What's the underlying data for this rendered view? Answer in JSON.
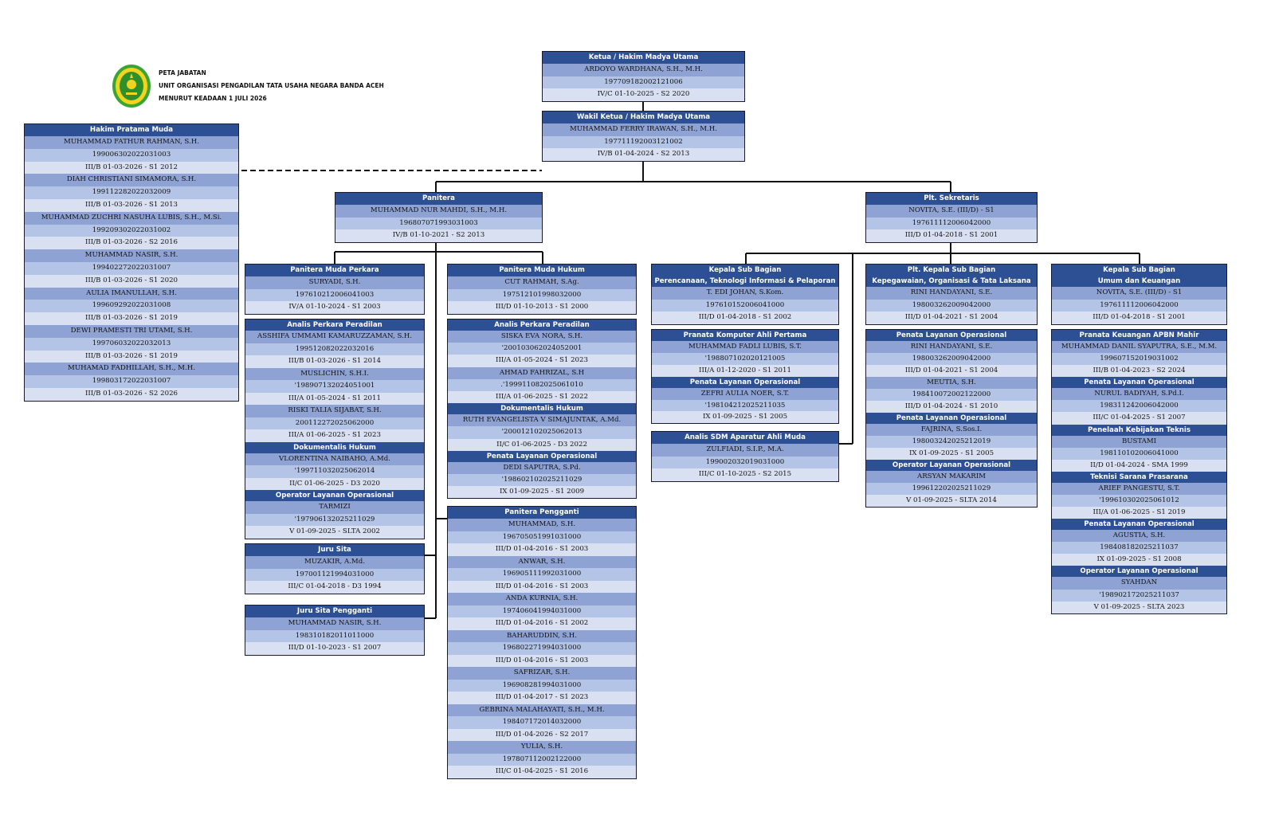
{
  "header": {
    "line1": "PETA JABATAN",
    "line2": "UNIT ORGANISASI PENGADILAN TATA USAHA NEGARA BANDA ACEH",
    "line3": "MENURUT KEADAAN 1 JULI 2026",
    "logo_icon": "court-emblem-icon"
  },
  "colors": {
    "title_bg": "#2d4f94",
    "row_name": "#8ea3d4",
    "row_nip": "#b4c4e6",
    "row_grade": "#d9e0f2",
    "line": "#111111"
  },
  "boxes": [
    {
      "id": "ketua",
      "title": [
        "Ketua / Hakim Madya Utama"
      ],
      "people": [
        [
          "ARDOYO WARDHANA, S.H., M.H.",
          "197709182002121006",
          "IV/C 01-10-2025 - S2 2020"
        ]
      ]
    },
    {
      "id": "wakil",
      "title": [
        "Wakil Ketua / Hakim Madya Utama"
      ],
      "people": [
        [
          "MUHAMMAD FERRY IRAWAN, S.H., M.H.",
          "197711192003121002",
          "IV/B 01-04-2024 - S2 2013"
        ]
      ]
    },
    {
      "id": "hakim",
      "title": [
        "Hakim Pratama Muda"
      ],
      "people": [
        [
          "MUHAMMAD FATHUR RAHMAN, S.H.",
          "199006302022031003",
          "III/B 01-03-2026 - S1 2012"
        ],
        [
          "DIAH CHRISTIANI SIMAMORA, S.H.",
          "199112282022032009",
          "III/B 01-03-2026 - S1 2013"
        ],
        [
          "MUHAMMAD ZUCHRI NASUHA LUBIS, S.H., M.Si.",
          "199209302022031002",
          "III/B 01-03-2026 - S2 2016"
        ],
        [
          "MUHAMMAD NASIR, S.H.",
          "199402272022031007",
          "III/B 01-03-2026 - S1 2020"
        ],
        [
          "AULIA IMANULLAH, S.H.",
          "199609292022031008",
          "III/B 01-03-2026 - S1 2019"
        ],
        [
          "DEWI PRAMESTI TRI UTAMI, S.H.",
          "199706032022032013",
          "III/B 01-03-2026 - S1 2019"
        ],
        [
          "MUHAMAD FADHILLAH, S.H., M.H.",
          "199803172022031007",
          "III/B 01-03-2026 - S2 2026"
        ]
      ]
    },
    {
      "id": "panitera",
      "title": [
        "Panitera"
      ],
      "people": [
        [
          "MUHAMMAD NUR MAHDI, S.H., M.H.",
          "196807071993031003",
          "IV/B 01-10-2021 - S2 2013"
        ]
      ]
    },
    {
      "id": "sekretaris",
      "title": [
        "Plt. Sekretaris"
      ],
      "people": [
        [
          "NOVITA, S.E. (III/D) - S1",
          "197611112006042000",
          "III/D 01-04-2018 - S1 2001"
        ]
      ]
    },
    {
      "id": "pm_perkara",
      "title": [
        "Panitera Muda Perkara"
      ],
      "people": [
        [
          "SURYADI, S.H.",
          "197610212006041003",
          "IV/A 01-10-2024 - S1 2003"
        ]
      ]
    },
    {
      "id": "pm_hukum",
      "title": [
        "Panitera Muda Hukum"
      ],
      "people": [
        [
          "CUT RAHMAH, S.Ag.",
          "197512101998032000",
          "III/D 01-10-2013 - S1 2000"
        ]
      ]
    },
    {
      "id": "kasub_ptip",
      "title": [
        "Kepala Sub Bagian",
        "Perencanaan, Teknologi Informasi & Pelaporan"
      ],
      "people": [
        [
          "T. EDI JOHAN, S.Kom.",
          "197610152006041000",
          "III/D 01-04-2018 - S1 2002"
        ]
      ]
    },
    {
      "id": "kasub_kepeg",
      "title": [
        "Plt. Kepala Sub Bagian",
        "Kepegawaian, Organisasi & Tata Laksana"
      ],
      "people": [
        [
          "RINI HANDAYANI, S.E.",
          "198003262009042000",
          "III/D 01-04-2021 - S1 2004"
        ]
      ]
    },
    {
      "id": "kasub_umum",
      "title": [
        "Kepala Sub Bagian",
        "Umum dan Keuangan"
      ],
      "people": [
        [
          "NOVITA, S.E. (III/D) - S1",
          "197611112006042000",
          "III/D 01-04-2018 - S1 2001"
        ]
      ]
    },
    {
      "id": "perkara_staff",
      "sections": [
        {
          "title": "Analis Perkara Peradilan",
          "people": [
            [
              "ASSHIFA UMMAMI KAMARUZZAMAN, S.H.",
              "199512082022032016",
              "III/B 01-03-2026 - S1 2014"
            ],
            [
              "MUSLICHIN, S.H.I.",
              "'198907132024051001",
              "III/A 01-05-2024 - S1 2011"
            ],
            [
              "RISKI TALIA SIJABAT, S.H.",
              "200112272025062000",
              "III/A 01-06-2025 - S1 2023"
            ]
          ]
        },
        {
          "title": "Dokumentalis Hukum",
          "people": [
            [
              "VLORENTINA NAIBAHO, A.Md.",
              "'199711032025062014",
              "II/C 01-06-2025 - D3 2020"
            ]
          ]
        },
        {
          "title": "Operator Layanan Operasional",
          "people": [
            [
              "TARMIZI",
              "'197906132025211029",
              "V 01-09-2025 - SLTA 2002"
            ]
          ]
        }
      ]
    },
    {
      "id": "hukum_staff",
      "sections": [
        {
          "title": "Analis Perkara Peradilan",
          "people": [
            [
              "SISKA EVA NORA, S.H.",
              "'200103062024052001",
              "III/A 01-05-2024 - S1 2023"
            ],
            [
              "AHMAD FAHRIZAL, S.H",
              ".'199911082025061010",
              "III/A 01-06-2025 - S1 2022"
            ]
          ]
        },
        {
          "title": "Dokumentalis Hukum",
          "people": [
            [
              "RUTH EVANGELISTA V SIMAJUNTAK, A.Md.",
              "'200012102025062013",
              "II/C 01-06-2025 - D3 2022"
            ]
          ]
        },
        {
          "title": "Penata Layanan Operasional",
          "people": [
            [
              "DEDI SAPUTRA, S.Pd.",
              "'198602102025211029",
              "IX 01-09-2025 - S1 2009"
            ]
          ]
        }
      ]
    },
    {
      "id": "ptip_staff",
      "sections": [
        {
          "title": "Pranata Komputer Ahli Pertama",
          "people": [
            [
              "MUHAMMAD FADLI LUBIS, S.T.",
              "'198807102020121005",
              "III/A 01-12-2020 - S1 2011"
            ]
          ]
        },
        {
          "title": "Penata Layanan Operasional",
          "people": [
            [
              "ZEFRI AULIA NOER, S.T.",
              "'198104212025211035",
              "IX 01-09-2025 - S1 2005"
            ]
          ]
        }
      ]
    },
    {
      "id": "sdm",
      "title": [
        "Analis SDM Aparatur Ahli Muda"
      ],
      "people": [
        [
          "ZULFIADI, S.I.P., M.A.",
          "199002032019031000",
          "III/C 01-10-2025 - S2 2015"
        ]
      ]
    },
    {
      "id": "kepeg_staff",
      "sections": [
        {
          "title": "Penata Layanan Operasional",
          "people": [
            [
              "RINI HANDAYANI, S.E.",
              "198003262009042000",
              "III/D 01-04-2021 - S1 2004"
            ],
            [
              "MEUTIA, S.H.",
              "198410072002122000",
              "III/D 01-04-2024 - S1 2010"
            ]
          ]
        },
        {
          "title": "Penata Layanan Operasional",
          "people": [
            [
              "FAJRINA, S.Sos.I.",
              "198003242025212019",
              "IX 01-09-2025 - S1 2005"
            ]
          ]
        },
        {
          "title": "Operator Layanan Operasional",
          "people": [
            [
              "ARSYAN MAKARIM",
              "199612202025211029",
              "V 01-09-2025 - SLTA 2014"
            ]
          ]
        }
      ]
    },
    {
      "id": "umum_staff",
      "sections": [
        {
          "title": "Pranata Keuangan APBN Mahir",
          "people": [
            [
              "MUHAMMAD DANIL SYAPUTRA, S.E., M.M.",
              "199607152019031002",
              "III/B 01-04-2023 - S2 2024"
            ]
          ]
        },
        {
          "title": "Penata Layanan Operasional",
          "people": [
            [
              "NURUL BADIYAH, S.Pd.I.",
              "198311242006042000",
              "III/C 01-04-2025 - S1 2007"
            ]
          ]
        },
        {
          "title": "Penelaah Kebijakan Teknis",
          "people": [
            [
              "BUSTAMI",
              "198110102006041000",
              "II/D 01-04-2024 - SMA 1999"
            ]
          ]
        },
        {
          "title": "Teknisi Sarana Prasarana",
          "people": [
            [
              "ARIEF PANGESTU, S.T.",
              "'199610302025061012",
              "III/A 01-06-2025 - S1 2019"
            ]
          ]
        },
        {
          "title": "Penata Layanan Operasional",
          "people": [
            [
              "AGUSTIA, S.H.",
              "198408182025211037",
              "IX 01-09-2025 - S1 2008"
            ]
          ]
        },
        {
          "title": "Operator Layanan Operasional",
          "people": [
            [
              "SYAHDAN",
              "'198902172025211037",
              "V 01-09-2025 - SLTA 2023"
            ]
          ]
        }
      ]
    },
    {
      "id": "jurusita",
      "title": [
        "Juru Sita"
      ],
      "people": [
        [
          "MUZAKIR, A.Md.",
          "197001121994031000",
          "III/C 01-04-2018 - D3 1994"
        ]
      ]
    },
    {
      "id": "jurusita_pengganti",
      "title": [
        "Juru Sita Pengganti"
      ],
      "people": [
        [
          "MUHAMMAD NASIR, S.H.",
          "198310182011011000",
          "III/D 01-10-2023 - S1 2007"
        ]
      ]
    },
    {
      "id": "pp",
      "title": [
        "Panitera Pengganti"
      ],
      "people": [
        [
          "MUHAMMAD, S.H.",
          "196705051991031000",
          "III/D 01-04-2016 - S1 2003"
        ],
        [
          "ANWAR, S.H.",
          "196905111992031000",
          "III/D 01-04-2016 - S1 2003"
        ],
        [
          "ANDA KURNIA, S.H.",
          "197406041994031000",
          "III/D 01-04-2016 - S1 2002"
        ],
        [
          "BAHARUDDIN, S.H.",
          "196802271994031000",
          "III/D 01-04-2016 - S1 2003"
        ],
        [
          "SAFRIZAR, S.H.",
          "196908281994031000",
          "III/D 01-04-2017 - S1 2023"
        ],
        [
          "GEBRINA MALAHAYATI, S.H., M.H.",
          "198407172014032000",
          "III/D 01-04-2026 - S2 2017"
        ],
        [
          "YULIA, S.H.",
          "197807112002122000",
          "III/C 01-04-2025 - S1 2016"
        ]
      ]
    }
  ]
}
